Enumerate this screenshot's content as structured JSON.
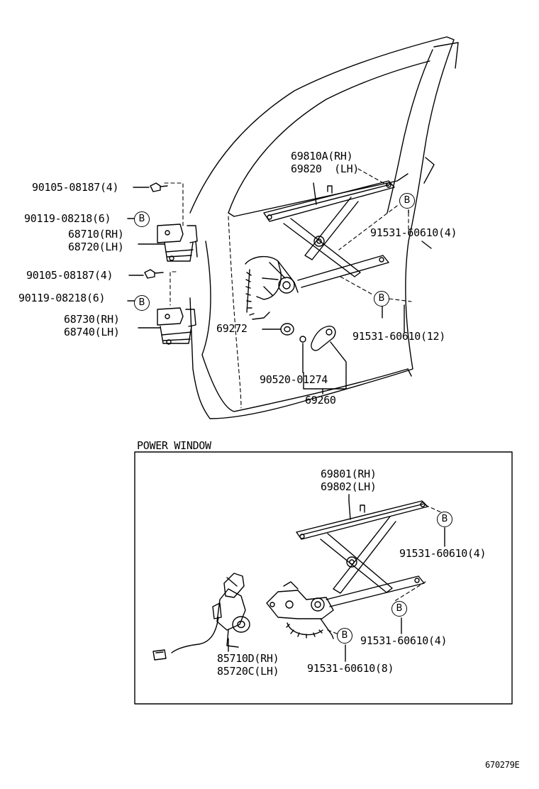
{
  "diagram": {
    "section_title": "POWER WINDOW",
    "figure_code": "670279E",
    "bolt_symbol": "B",
    "colors": {
      "line": "#000000",
      "background": "#ffffff"
    },
    "manual": {
      "regulator": [
        "69810A(RH)",
        "69820  (LH)"
      ],
      "bolt_upper_left_1": "90105-08187(4)",
      "bolt_upper_left_2": "90119-08218(6)",
      "upper_hinge": [
        "68710(RH)",
        "68720(LH)"
      ],
      "bolt_lower_left_1": "90105-08187(4)",
      "bolt_lower_left_2": "90119-08218(6)",
      "lower_hinge": [
        "68730(RH)",
        "68740(LH)"
      ],
      "regulator_bolt_top": "91531-60610(4)",
      "regulator_bolt_mid": "91531-60610(12)",
      "washer": "69272",
      "clip": "90520-01274",
      "handle": "69260"
    },
    "power": {
      "regulator": [
        "69801(RH)",
        "69802(LH)"
      ],
      "bolt_top": "91531-60610(4)",
      "bolt_mid": "91531-60610(4)",
      "bolt_low": "91531-60610(8)",
      "motor": [
        "85710D(RH)",
        "85720C(LH)"
      ]
    }
  }
}
